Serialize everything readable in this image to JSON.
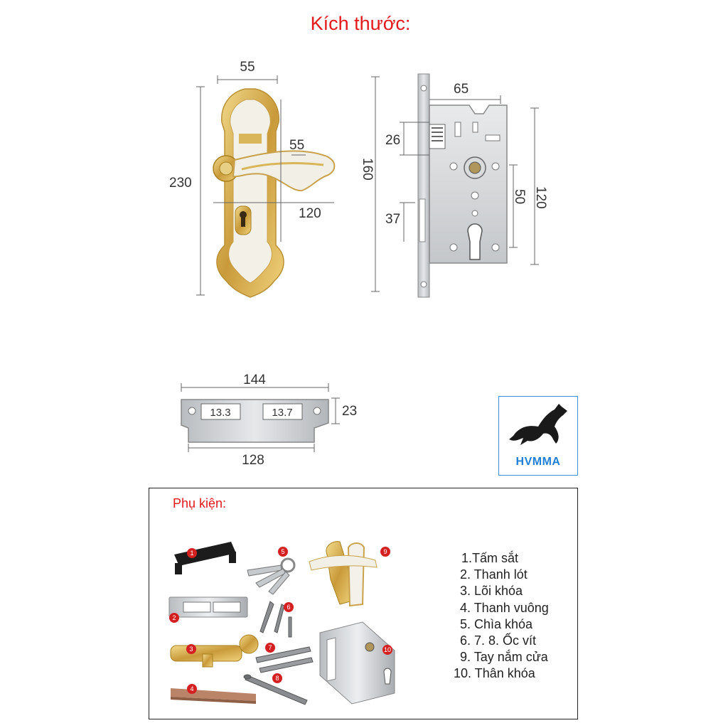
{
  "title": "Kích thước:",
  "handle": {
    "width_top": "55",
    "height": "230",
    "lever_height": "55",
    "lever_length": "120"
  },
  "lockbody": {
    "backset": "65",
    "height_total": "160",
    "latch": "26",
    "cyl_offset": "37",
    "center_distance": "50",
    "case_height": "120"
  },
  "strike": {
    "length_top": "144",
    "height": "23",
    "length_bottom": "128",
    "slot1": "13.3",
    "slot2": "13.7"
  },
  "brand": {
    "name": "HVMMA",
    "color": "#1e7fd8"
  },
  "accessories": {
    "title": "Phụ kiện:",
    "items": [
      "1.Tấm sắt",
      "2. Thanh lót",
      "3. Lõi khóa",
      "4. Thanh vuông",
      "5. Chìa khóa",
      "6. 7. 8. Ốc vít",
      "9. Tay nắm cửa",
      "10. Thân khóa"
    ],
    "badges": [
      "1",
      "2",
      "3",
      "4",
      "5",
      "6",
      "7",
      "8",
      "9",
      "10"
    ]
  },
  "colors": {
    "title": "#e3191b",
    "gold": "#d9b65a",
    "pearl": "#f4f1ea",
    "steel": "#cfd2d5",
    "badge": "#d42020"
  }
}
